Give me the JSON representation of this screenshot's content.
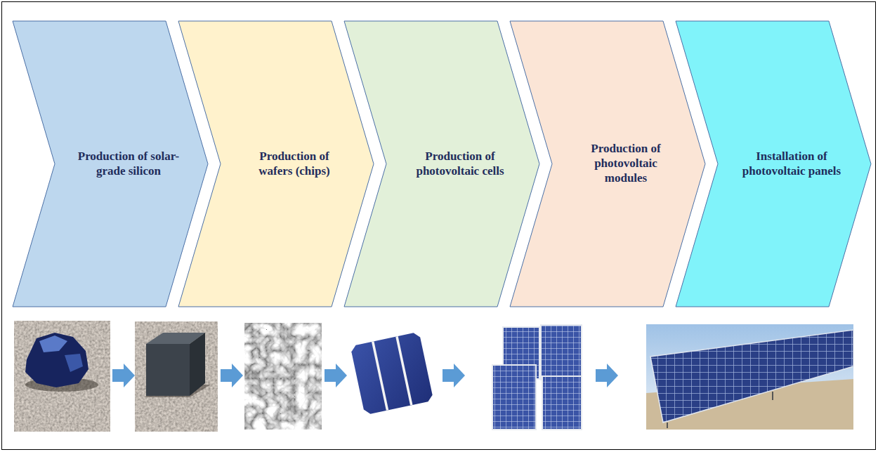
{
  "diagram": {
    "nodes": [
      {
        "text": [
          "Production of solar-grade silicon"
        ]
      },
      {
        "text": [
          "Production of wafers (chips)"
        ]
      },
      {
        "text": [
          "Production of photovoltaic cells"
        ]
      },
      {
        "text": [
          "Production of photovoltaic modules"
        ]
      },
      {
        "text": [
          "Installation of photovoltaic panels"
        ]
      }
    ]
  }
}
